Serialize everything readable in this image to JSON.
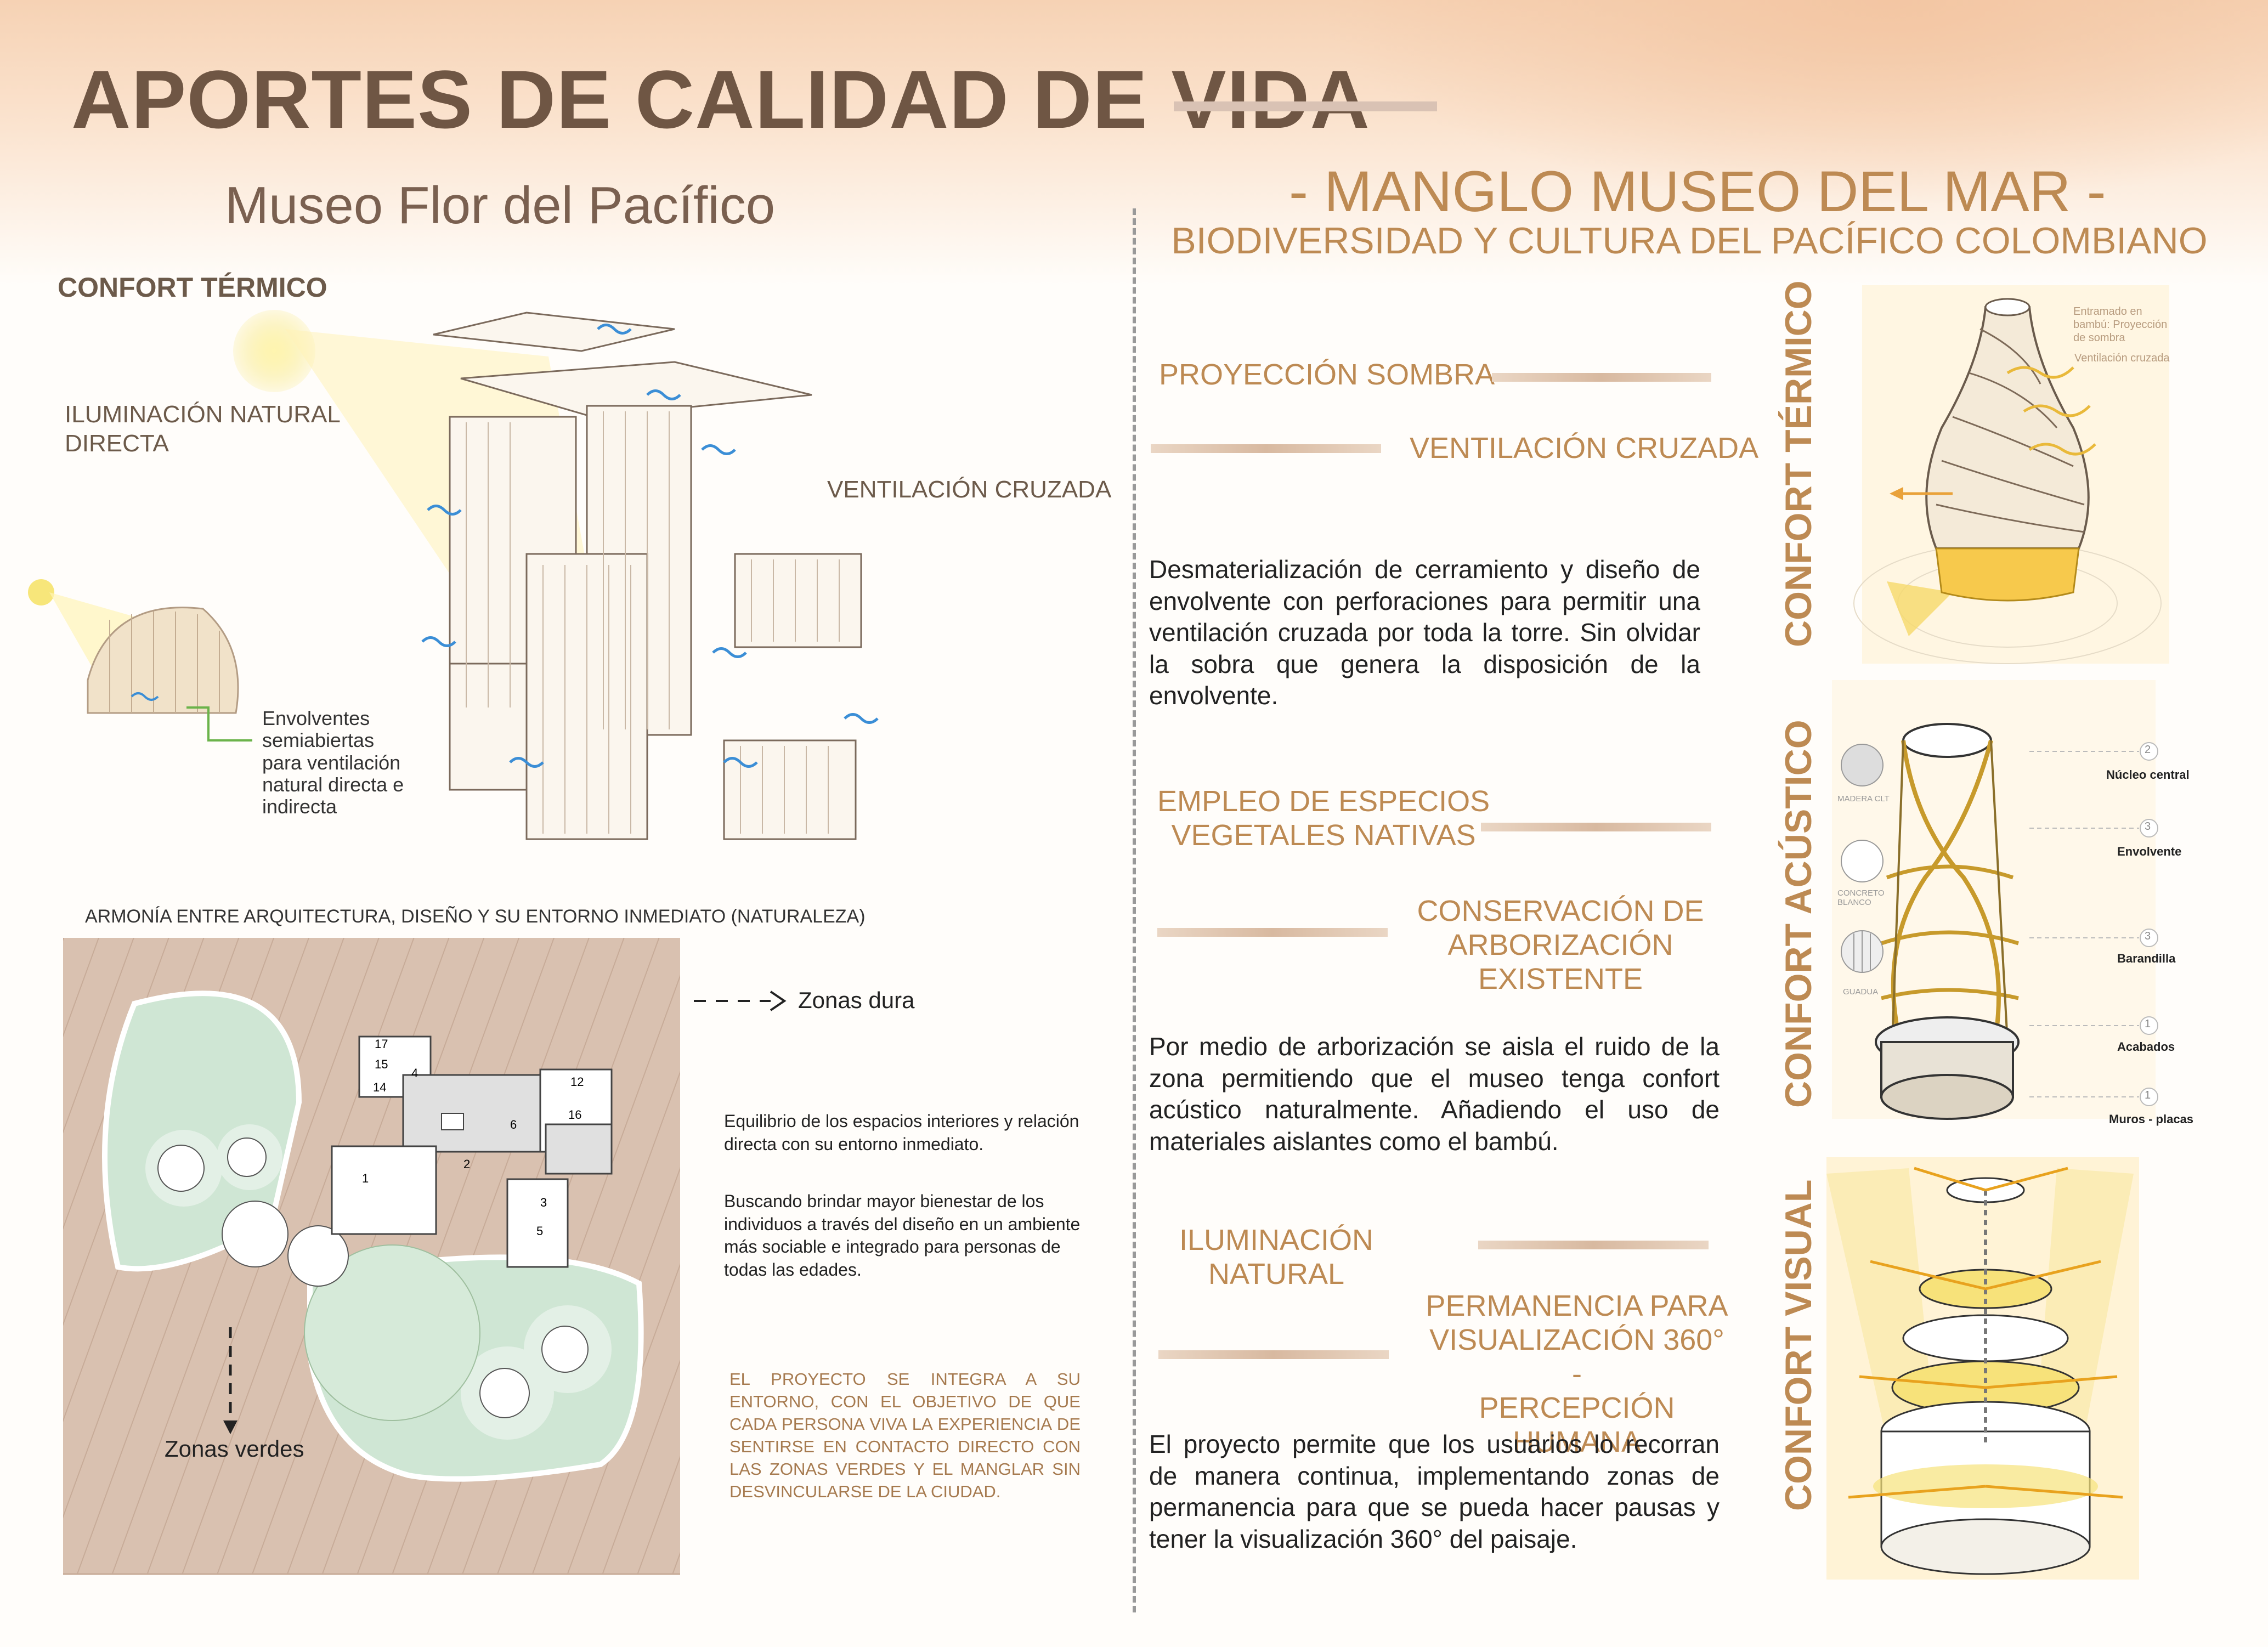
{
  "header": {
    "title": "APORTES DE CALIDAD DE VIDA",
    "left_subtitle": "Museo Flor del Pacífico",
    "right_title": "- MANGLO MUSEO DEL MAR -",
    "right_subtitle": "BIODIVERSIDAD Y CULTURA DEL PACÍFICO COLOMBIANO"
  },
  "left": {
    "confort_termico": "CONFORT TÉRMICO",
    "iluminacion": "ILUMINACIÓN NATURAL\nDIRECTA",
    "ventilacion": "VENTILACIÓN CRUZADA",
    "envolventes": "Envolventes\nsemiabiertas\npara ventilación\nnatural directa e\nindirecta",
    "armonia": "ARMONÍA ENTRE ARQUITECTURA, DISEÑO Y SU ENTORNO INMEDIATO (NATURALEZA)",
    "zonas_dura": "Zonas dura",
    "zonas_verdes": "Zonas verdes",
    "equilibrio": "Equilibrio de los espacios interiores y relación directa con su entorno inmediato.",
    "buscando": "Buscando brindar mayor bienestar de los individuos a través del diseño en un ambiente más sociable e integrado para personas de todas las edades.",
    "proyecto": "EL PROYECTO SE INTEGRA A SU ENTORNO, CON EL OBJETIVO DE QUE CADA PERSONA VIVA LA EXPERIENCIA DE SENTIRSE EN CONTACTO DIRECTO CON LAS ZONAS VERDES Y EL MANGLAR SIN DESVINCULARSE DE LA CIUDAD.",
    "room_numbers": [
      "17",
      "15",
      "14",
      "4",
      "12",
      "16",
      "6",
      "2",
      "1",
      "3",
      "5"
    ]
  },
  "right": {
    "proyeccion": "PROYECCIÓN SOMBRA",
    "ventilacion": "VENTILACIÓN CRUZADA",
    "para1": "Desmaterialización de cerramiento y diseño de envolvente con perforaciones para permitir una ventilación cruzada por toda la torre. Sin olvidar la sobra que genera la disposición de la envolvente.",
    "empleo": "EMPLEO DE ESPECIOS\nVEGETALES NATIVAS",
    "conservacion": "CONSERVACIÓN DE\nARBORIZACIÓN EXISTENTE",
    "para2": "Por medio de arborización se aisla el ruido de la zona permitiendo que el museo tenga confort acústico naturalmente. Añadiendo el uso de materiales aislantes como el bambú.",
    "iluminacion": "ILUMINACIÓN\nNATURAL",
    "permanencia": "PERMANENCIA PARA\nVISUALIZACIÓN 360° -\nPERCEPCIÓN HUMANA",
    "para3": "El proyecto permite que los usuarios lo recorran de manera continua, implementando zonas de permanencia para que se pueda hacer pausas y tener la visualización 360° del paisaje."
  },
  "side": {
    "termico": "CONFORT TÉRMICO",
    "acustico": "CONFORT ACÚSTICO",
    "visual": "CONFORT VISUAL",
    "entramado": "Entramado en bambú: Proyección de sombra",
    "vent_cruzada": "Ventilación cruzada",
    "nucleo": "Núcleo central",
    "envolvente": "Envolvente",
    "barandilla": "Barandilla",
    "acabados": "Acabados",
    "muros": "Muros - placas",
    "madera": "MADERA CLT",
    "concreto": "CONCRETO BLANCO",
    "guadua": "GUADUA",
    "n2a": "2",
    "n3a": "3",
    "n3b": "3",
    "n1a": "1",
    "n1b": "1"
  }
}
